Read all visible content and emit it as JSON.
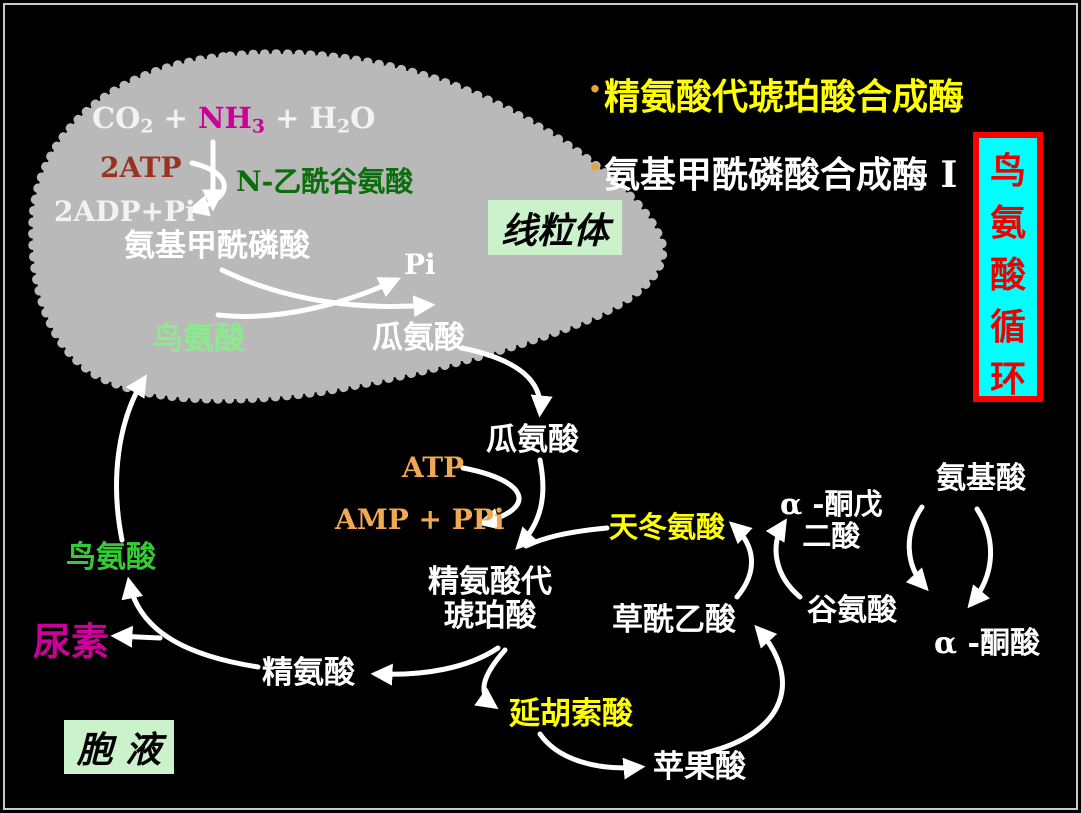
{
  "slide": {
    "background": "#000000",
    "frame_color": "#c9c9c9"
  },
  "mitochondrion": {
    "fill": "#b9b9b9",
    "label": "线粒体",
    "label_bg": "#ccf2cc",
    "co2": "CO",
    "co2_sub": "2",
    "plus1": "+",
    "nh3": "NH",
    "nh3_sub": "3",
    "plus2": "+",
    "h2o_h": "H",
    "h2o_sub": "2",
    "h2o_o": "O",
    "atp2": "2ATP",
    "adp2": "2ADP+Pi",
    "nag": "N-乙酰谷氨酸",
    "carbamoyl_phosphate": "氨基甲酰磷酸",
    "pi": "Pi",
    "ornithine": "鸟氨酸",
    "citrulline": "瓜氨酸"
  },
  "enzymes": {
    "bullet": "·",
    "items": [
      {
        "label": "精氨酸代琥珀酸合成酶",
        "color": "#ffff00"
      },
      {
        "label": "氨基甲酰磷酸合成酶 I",
        "color": "#ffffff"
      }
    ]
  },
  "title_box": {
    "text": "鸟氨酸循环",
    "chars": [
      "鸟",
      "氨",
      "酸",
      "循",
      "环"
    ],
    "bg": "#00ffff",
    "border": "#ff0000",
    "color": "#ee0000"
  },
  "cytosol": {
    "label": "胞 液",
    "citrulline": "瓜氨酸",
    "atp": "ATP",
    "amp_ppi": "AMP + PPi",
    "aspartate": "天冬氨酸",
    "argininosuccinate_line1": "精氨酸代",
    "argininosuccinate_line2": "琥珀酸",
    "oxaloacetate": "草酰乙酸",
    "alpha_ketoglutarate_line1": "α -酮戊",
    "alpha_ketoglutarate_line2": "二酸",
    "amino_acid": "氨基酸",
    "glutamate": "谷氨酸",
    "alpha_keto_acid": "α -酮酸",
    "ornithine": "鸟氨酸",
    "urea": "尿素",
    "arginine": "精氨酸",
    "fumarate": "延胡索酸",
    "malate": "苹果酸"
  },
  "colors": {
    "white": "#ffffff",
    "yellow": "#ffff00",
    "orange_atp": "#f0a852",
    "dark_red_2atp": "#9a3220",
    "magenta_nh3_urea": "#cc0099",
    "dark_green_nag": "#0a6e0a",
    "light_green_ornithine_mito": "#8de98d",
    "green_ornithine_cytosol": "#33cc33",
    "mitochondrion_gray": "#b9b9b9",
    "label_box_green": "#ccf2cc",
    "cycle_box_cyan": "#00ffff",
    "cycle_box_red": "#ff0000"
  }
}
